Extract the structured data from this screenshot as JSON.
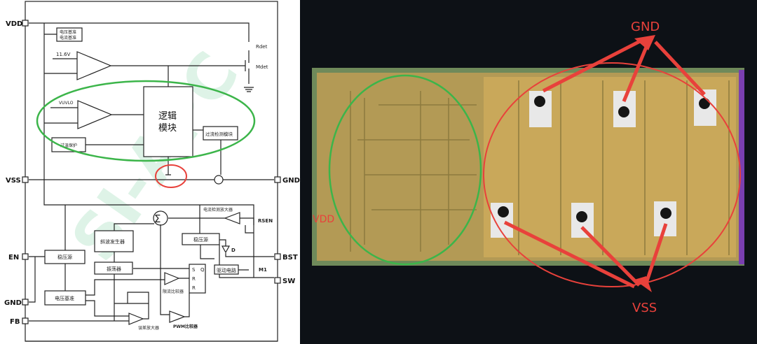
{
  "schematic": {
    "pins": {
      "vdd": "VDD",
      "vss": "VSS",
      "gnd_right": "GND",
      "en": "EN",
      "gnd_left": "GND",
      "fb": "FB",
      "bst": "BST",
      "sw": "SW"
    },
    "blocks": {
      "reference": [
        "电压基准",
        "电流基准"
      ],
      "threshold": "11.6V",
      "rdet": "Rdet",
      "mdet": "Mdet",
      "uvlo": "VUVLO",
      "logic": [
        "逻辑",
        "模块"
      ],
      "overcurrent": "过流检测模块",
      "overtemp": "过温保护",
      "current_amp": "电流检测放大器",
      "rsen": "RSEN",
      "ramp": "斜波发生器",
      "regulator_right": "稳压源",
      "diode": "D",
      "regulator_left": "稳压源",
      "oscillator": "振荡器",
      "driver": "驱动电路",
      "m1": "M1",
      "sr": {
        "s": "S",
        "q": "Q",
        "r1": "R",
        "r2": "R"
      },
      "limit_comp": "限流比较器",
      "voltage_ref": "电压基准",
      "error_amp": "误差放大器",
      "pwm_comp": "PWM比较器",
      "sigma": "Σ"
    },
    "watermark": "SI-APC"
  },
  "photo": {
    "labels": {
      "gnd": "GND",
      "vss": "VSS",
      "vdd": "VDD"
    }
  },
  "colors": {
    "highlight_green": "#3cb54a",
    "highlight_red": "#e8413b",
    "die_gold": "#c9a85a"
  }
}
